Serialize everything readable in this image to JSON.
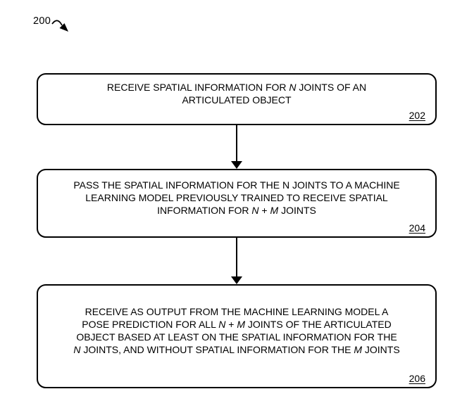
{
  "figure": {
    "reference_label": "200"
  },
  "colors": {
    "ink": "#000000",
    "background": "#ffffff"
  },
  "boxes": [
    {
      "ref": "202",
      "lines": [
        [
          {
            "t": "RECEIVE SPATIAL INFORMATION FOR "
          },
          {
            "t": "N",
            "i": true
          },
          {
            "t": " JOINTS OF AN"
          }
        ],
        [
          {
            "t": "ARTICULATED OBJECT"
          }
        ]
      ]
    },
    {
      "ref": "204",
      "lines": [
        [
          {
            "t": "PASS THE SPATIAL INFORMATION FOR THE N JOINTS TO A MACHINE"
          }
        ],
        [
          {
            "t": "LEARNING MODEL PREVIOUSLY TRAINED TO RECEIVE SPATIAL"
          }
        ],
        [
          {
            "t": "INFORMATION FOR "
          },
          {
            "t": "N",
            "i": true
          },
          {
            "t": " + "
          },
          {
            "t": "M",
            "i": true
          },
          {
            "t": " JOINTS"
          }
        ]
      ]
    },
    {
      "ref": "206",
      "lines": [
        [
          {
            "t": "RECEIVE AS OUTPUT FROM THE MACHINE LEARNING MODEL A"
          }
        ],
        [
          {
            "t": "POSE PREDICTION FOR ALL "
          },
          {
            "t": "N",
            "i": true
          },
          {
            "t": " + "
          },
          {
            "t": "M",
            "i": true
          },
          {
            "t": " JOINTS OF THE ARTICULATED"
          }
        ],
        [
          {
            "t": "OBJECT BASED AT LEAST ON THE SPATIAL INFORMATION FOR THE"
          }
        ],
        [
          {
            "t": "N",
            "i": true
          },
          {
            "t": " JOINTS, AND WITHOUT SPATIAL INFORMATION FOR THE "
          },
          {
            "t": "M",
            "i": true
          },
          {
            "t": " JOINTS"
          }
        ]
      ]
    }
  ]
}
